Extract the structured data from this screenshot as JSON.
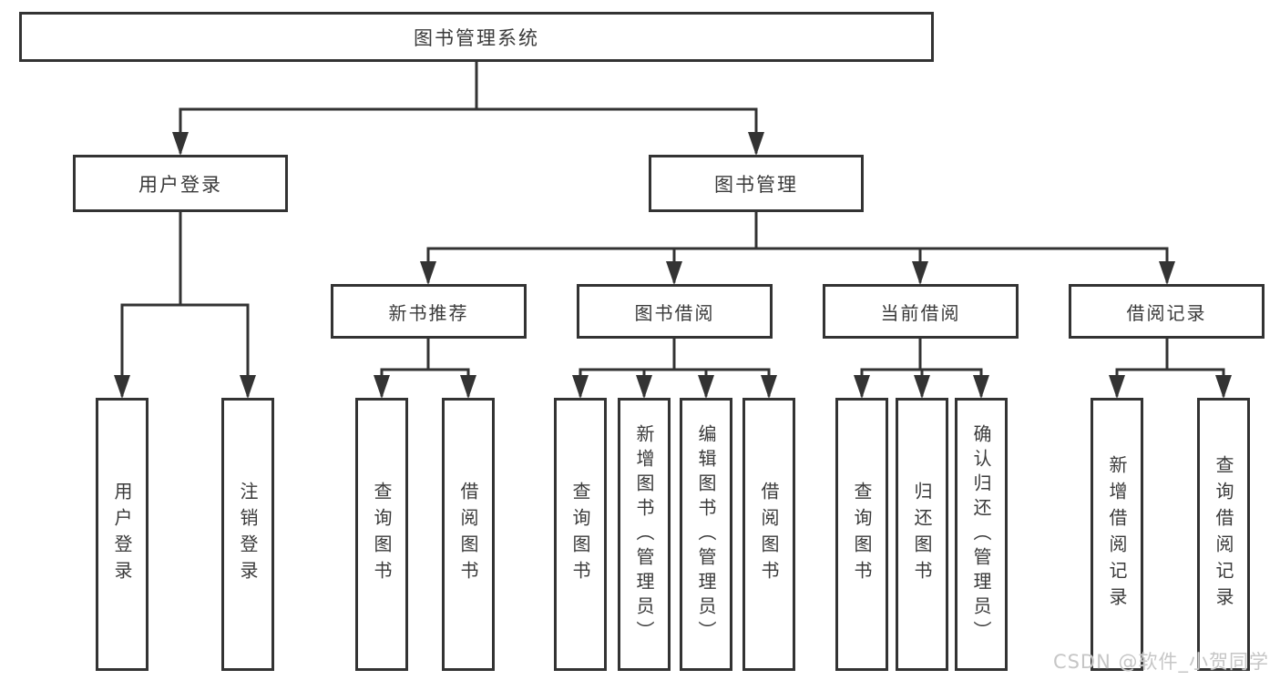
{
  "diagram": {
    "root": {
      "label": "图书管理系统"
    },
    "level2": [
      {
        "label": "用户登录"
      },
      {
        "label": "图书管理"
      }
    ],
    "level3": [
      {
        "label": "新书推荐",
        "parent": "图书管理"
      },
      {
        "label": "图书借阅",
        "parent": "图书管理"
      },
      {
        "label": "当前借阅",
        "parent": "图书管理"
      },
      {
        "label": "借阅记录",
        "parent": "图书管理"
      }
    ],
    "leaves": [
      {
        "label": "用户登录",
        "parent": "用户登录"
      },
      {
        "label": "注销登录",
        "parent": "用户登录"
      },
      {
        "label": "查询图书",
        "parent": "新书推荐"
      },
      {
        "label": "借阅图书",
        "parent": "新书推荐"
      },
      {
        "label": "查询图书",
        "parent": "图书借阅"
      },
      {
        "label": "新增图书（管理员）",
        "parent": "图书借阅"
      },
      {
        "label": "编辑图书（管理员）",
        "parent": "图书借阅"
      },
      {
        "label": "借阅图书",
        "parent": "图书借阅"
      },
      {
        "label": "查询图书",
        "parent": "当前借阅"
      },
      {
        "label": "归还图书",
        "parent": "当前借阅"
      },
      {
        "label": "确认归还（管理员）",
        "parent": "当前借阅"
      },
      {
        "label": "新增借阅记录",
        "parent": "借阅记录"
      },
      {
        "label": "查询借阅记录",
        "parent": "借阅记录"
      }
    ],
    "watermark": "CSDN @软件_小贺同学"
  },
  "colors": {
    "line": "#333333",
    "text": "#3a3a3a",
    "background": "#ffffff",
    "watermark": "#c6c6c6"
  }
}
